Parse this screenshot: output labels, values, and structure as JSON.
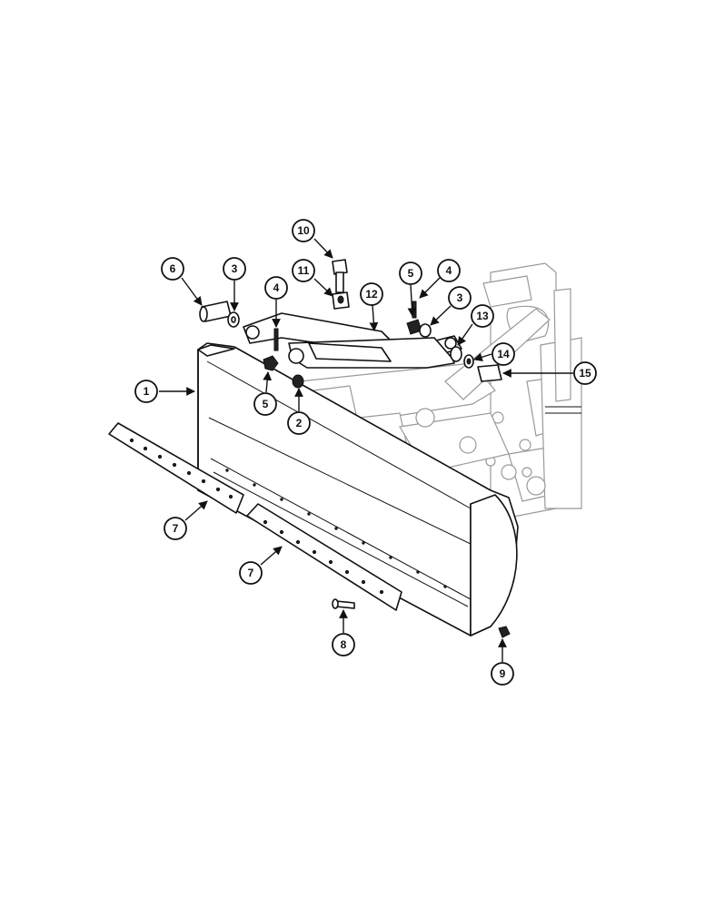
{
  "callouts": [
    {
      "id": "c1",
      "label": "1"
    },
    {
      "id": "c2",
      "label": "2"
    },
    {
      "id": "c3a",
      "label": "3"
    },
    {
      "id": "c3b",
      "label": "3"
    },
    {
      "id": "c4a",
      "label": "4"
    },
    {
      "id": "c4b",
      "label": "4"
    },
    {
      "id": "c5a",
      "label": "5"
    },
    {
      "id": "c5b",
      "label": "5"
    },
    {
      "id": "c6",
      "label": "6"
    },
    {
      "id": "c7a",
      "label": "7"
    },
    {
      "id": "c7b",
      "label": "7"
    },
    {
      "id": "c8",
      "label": "8"
    },
    {
      "id": "c9",
      "label": "9"
    },
    {
      "id": "c10",
      "label": "10"
    },
    {
      "id": "c11",
      "label": "11"
    },
    {
      "id": "c12",
      "label": "12"
    },
    {
      "id": "c13",
      "label": "13"
    },
    {
      "id": "c14",
      "label": "14"
    },
    {
      "id": "c15",
      "label": "15"
    }
  ]
}
